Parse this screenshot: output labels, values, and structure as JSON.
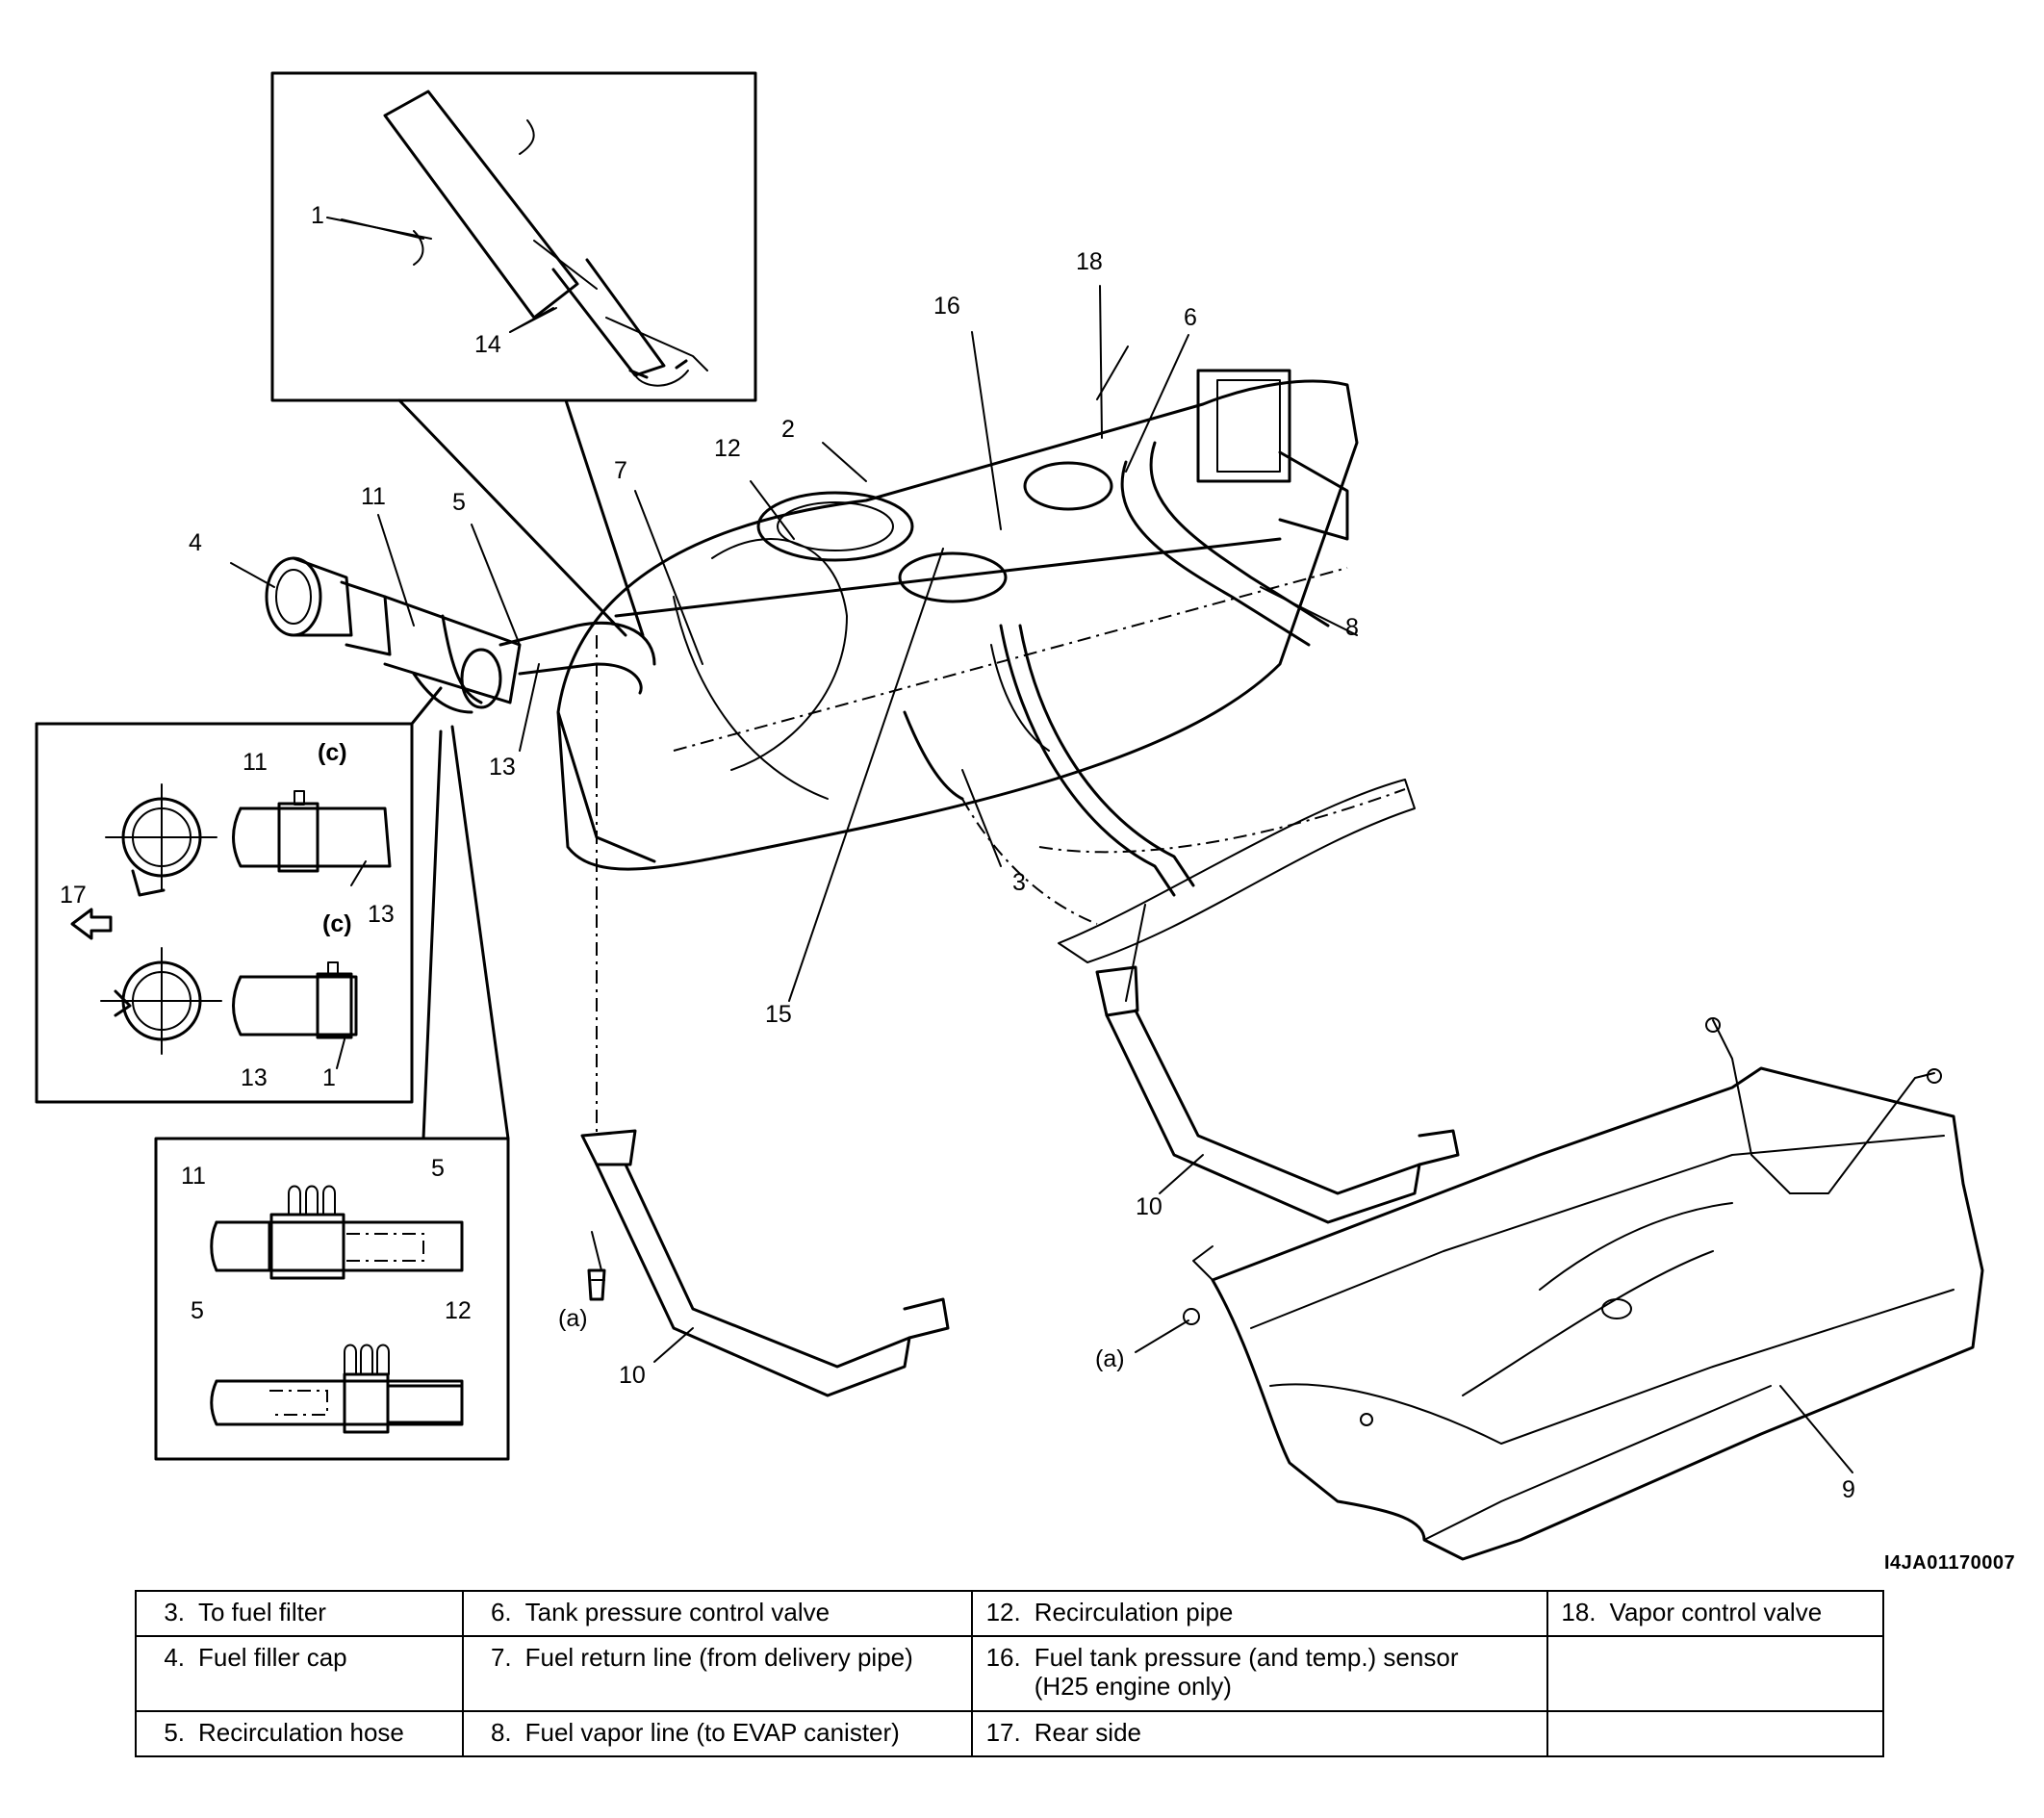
{
  "diagram": {
    "callouts": [
      "1",
      "2",
      "3",
      "4",
      "5",
      "6",
      "7",
      "8",
      "9",
      "10",
      "10",
      "11",
      "12",
      "13",
      "14",
      "15",
      "16",
      "17",
      "18"
    ],
    "detail_clamp": {
      "labels": [
        "11",
        "(c)",
        "13",
        "(c)",
        "13",
        "1",
        "17"
      ]
    },
    "detail_hose": {
      "labels": [
        "11",
        "5",
        "5",
        "12"
      ]
    },
    "bolt_labels": [
      "(a)",
      "(a)"
    ],
    "reference_code": "I4JA01170007"
  },
  "legend": {
    "rows": [
      [
        {
          "num": "3.",
          "text": "To fuel filter"
        },
        {
          "num": "6.",
          "text": "Tank pressure control valve"
        },
        {
          "num": "12.",
          "text": "Recirculation pipe"
        },
        {
          "num": "18.",
          "text": "Vapor control valve"
        }
      ],
      [
        {
          "num": "4.",
          "text": "Fuel filler cap"
        },
        {
          "num": "7.",
          "text": "Fuel return line (from delivery pipe)"
        },
        {
          "num": "16.",
          "text": "Fuel tank pressure (and temp.) sensor (H25 engine only)"
        },
        {
          "num": "",
          "text": ""
        }
      ],
      [
        {
          "num": "5.",
          "text": "Recirculation hose"
        },
        {
          "num": "8.",
          "text": "Fuel vapor line (to EVAP canister)"
        },
        {
          "num": "17.",
          "text": "Rear side"
        },
        {
          "num": "",
          "text": ""
        }
      ]
    ]
  }
}
